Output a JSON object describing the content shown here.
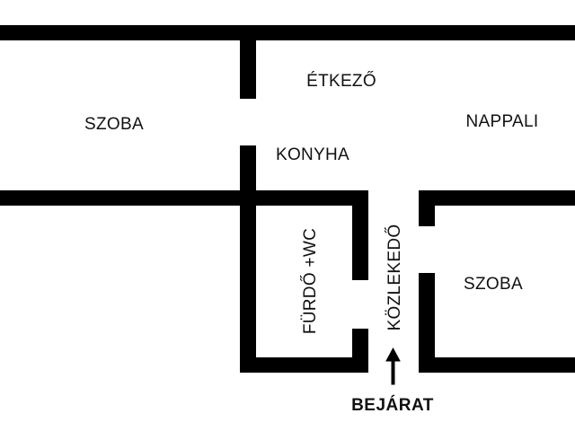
{
  "floor_plan": {
    "rooms": {
      "szoba_left": "SZOBA",
      "etkezo": "ÉTKEZŐ",
      "nappali": "NAPPALI",
      "konyha": "KONYHA",
      "furdo_wc": "FÜRDŐ +WC",
      "kozlekedo": "KÖZLEKEDŐ",
      "szoba_right": "SZOBA"
    },
    "entrance": {
      "label": "BEJÁRAT",
      "arrow_icon": "arrow-up-icon"
    },
    "colors": {
      "wall": "#000000",
      "background": "#ffffff",
      "text": "#111111"
    }
  }
}
